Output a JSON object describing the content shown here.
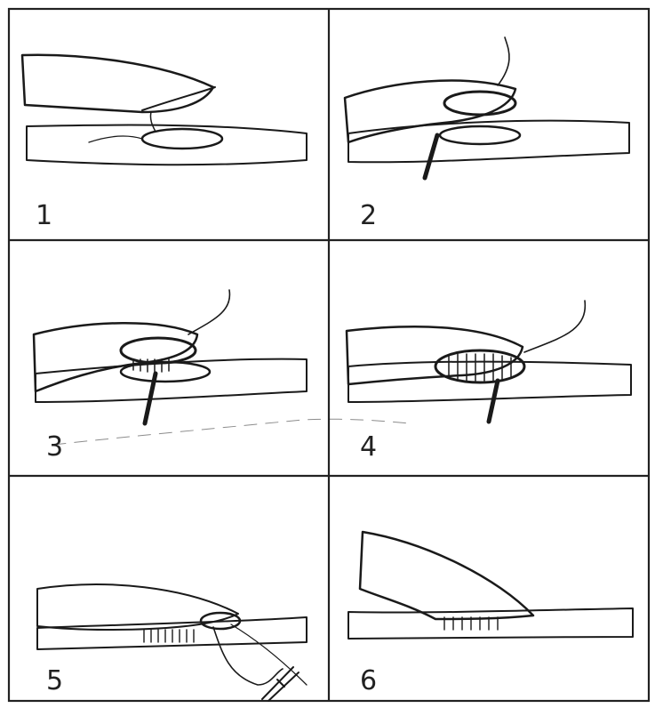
{
  "panels": [
    {
      "id": 1,
      "label": "1"
    },
    {
      "id": 2,
      "label": "2"
    },
    {
      "id": 3,
      "label": "3"
    },
    {
      "id": 4,
      "label": "4"
    },
    {
      "id": 5,
      "label": "5"
    },
    {
      "id": 6,
      "label": "6"
    }
  ],
  "colors": {
    "ink": "#1a1a1a",
    "paper": "#ffffff"
  }
}
